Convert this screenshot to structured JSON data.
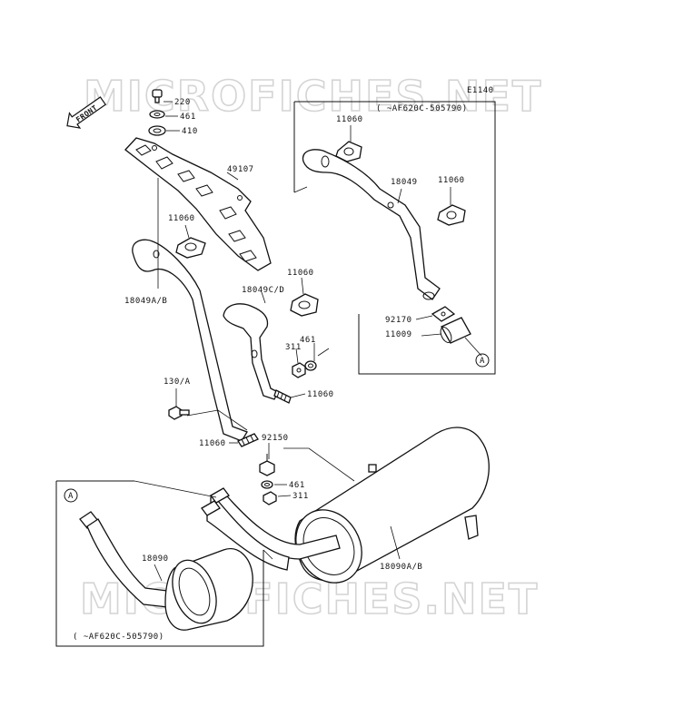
{
  "diagram_code": "E1140",
  "watermark": "MICROFICHES.NET",
  "front_arrow": "FRONT",
  "inset_right": {
    "serial_note": "(  ~AF620C-505790)",
    "circle_ref": "A"
  },
  "inset_left": {
    "serial_note": "(  ~AF620C-505790)",
    "circle_ref": "A"
  },
  "labels": {
    "l220": "220",
    "l461a": "461",
    "l410": "410",
    "l49107": "49107",
    "l11060a": "11060",
    "l18049ab": "18049A/B",
    "l11060b": "11060",
    "l18049cd": "18049C/D",
    "l461b": "461",
    "l311a": "311",
    "l11060c": "11060",
    "l130a": "130/A",
    "l11060d": "11060",
    "l92150": "92150",
    "l461c": "461",
    "l311b": "311",
    "l18090ab": "18090A/B",
    "l18090": "18090",
    "r11060a": "11060",
    "r18049": "18049",
    "r11060b": "11060",
    "r92170": "92170",
    "r11009": "11009"
  }
}
